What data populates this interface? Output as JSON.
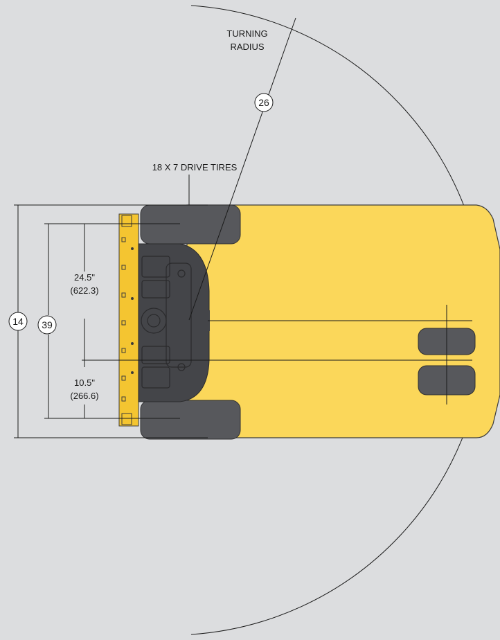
{
  "labels": {
    "turning_radius_line1": "TURNING",
    "turning_radius_line2": "RADIUS",
    "drive_tires": "18 X 7 DRIVE TIRES",
    "dim_upper_in": "24.5\"",
    "dim_upper_mm": "(622.3)",
    "dim_lower_in": "10.5\"",
    "dim_lower_mm": "(266.6)"
  },
  "callouts": {
    "radius": "26",
    "overall_width": "14",
    "inner_width": "39"
  },
  "colors": {
    "background": "#dcdddf",
    "body_yellow": "#fbd75a",
    "plate_yellow": "#f4c531",
    "tire_gray": "#57585c",
    "drive_unit": "#444549",
    "line": "#1a1a1a"
  }
}
